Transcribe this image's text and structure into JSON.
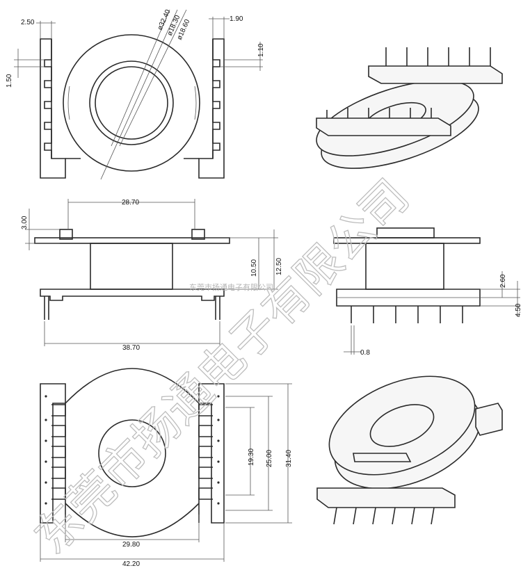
{
  "dimensions": {
    "d_2_50": "2.50",
    "d_1_90": "1.90",
    "d_1_10": "1.10",
    "d_1_50": "1.50",
    "d_dia_32_40": "ø32.40",
    "d_dia_18_30": "ø18.30",
    "d_dia_18_60": "ø18.60",
    "d_28_70": "28.70",
    "d_3_00": "3.00",
    "d_10_50": "10.50",
    "d_12_50": "12.50",
    "d_38_70": "38.70",
    "d_2_60": "2.60",
    "d_4_50": "4.50",
    "d_0_8": "0.8",
    "d_19_30": "19.30",
    "d_25_00": "25.00",
    "d_31_40": "31.40",
    "d_29_80": "29.80",
    "d_42_20": "42.20"
  },
  "watermark": {
    "large": "东莞市扬通电子有限公司",
    "small": "东莞市扬通电子有限公司"
  }
}
